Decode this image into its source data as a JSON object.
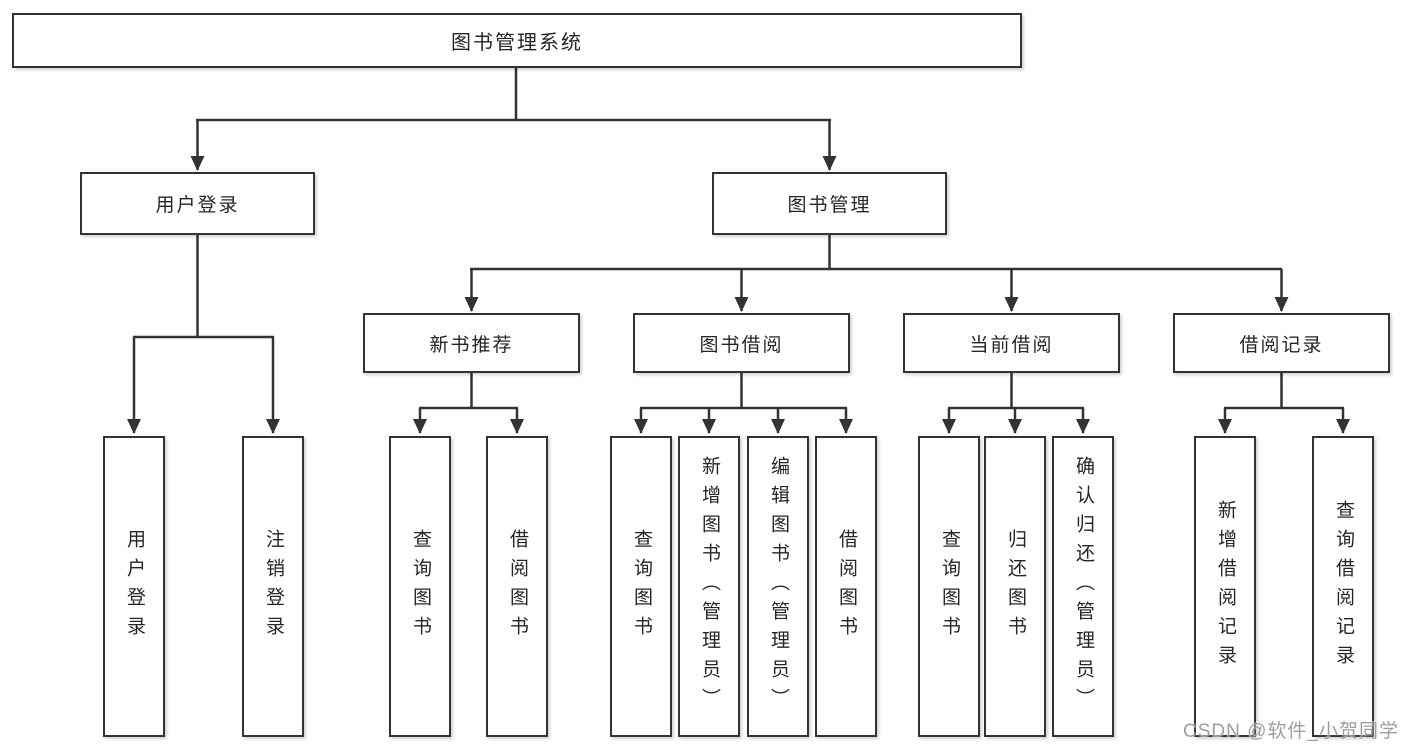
{
  "title": {
    "label": "图书管理系统"
  },
  "level2": [
    {
      "label": "用户登录"
    },
    {
      "label": "图书管理"
    }
  ],
  "level3": [
    {
      "label": "新书推荐"
    },
    {
      "label": "图书借阅"
    },
    {
      "label": "当前借阅"
    },
    {
      "label": "借阅记录"
    }
  ],
  "leaves": [
    {
      "parent": "用户登录",
      "label": "用户登录"
    },
    {
      "parent": "用户登录",
      "label": "注销登录"
    },
    {
      "parent": "新书推荐",
      "label": "查询图书"
    },
    {
      "parent": "新书推荐",
      "label": "借阅图书"
    },
    {
      "parent": "图书借阅",
      "label": "查询图书"
    },
    {
      "parent": "图书借阅",
      "label": "新增图书（管理员）"
    },
    {
      "parent": "图书借阅",
      "label": "编辑图书（管理员）"
    },
    {
      "parent": "图书借阅",
      "label": "借阅图书"
    },
    {
      "parent": "当前借阅",
      "label": "查询图书"
    },
    {
      "parent": "当前借阅",
      "label": "归还图书"
    },
    {
      "parent": "当前借阅",
      "label": "确认归还（管理员）"
    },
    {
      "parent": "借阅记录",
      "label": "新增借阅记录"
    },
    {
      "parent": "借阅记录",
      "label": "查询借阅记录"
    }
  ],
  "watermark": {
    "label": "CSDN @软件_小贺同学"
  },
  "colors": {
    "background": "#ffffff",
    "line": "#333333",
    "box_border": "#333333",
    "box_fill": "#ffffff",
    "text": "#262626",
    "watermark": "#9e9e9e"
  }
}
